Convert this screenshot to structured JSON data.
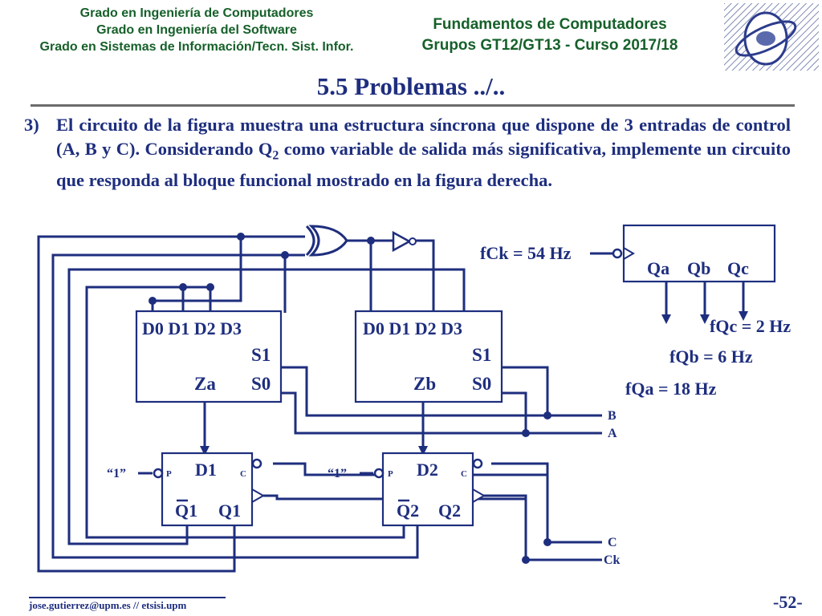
{
  "header": {
    "left_lines": [
      "Grado en Ingeniería de Computadores",
      "Grado en Ingeniería del Software",
      "Grado en Sistemas de Información/Tecn. Sist. Infor."
    ],
    "course": "Fundamentos de Computadores",
    "groups": "Grupos GT12/GT13 - Curso 2017/18"
  },
  "title": "5.5 Problemas ../..",
  "problem": {
    "number": "3)",
    "text_before": "El circuito de la figura muestra una estructura síncrona que dispone de 3 entradas de control (A, B y C). Considerando Q",
    "sub": "2",
    "text_after": " como variable de salida más significativa, implemente un circuito que responda  al bloque funcional mostrado en la figura derecha."
  },
  "circuit": {
    "mux_a": {
      "inputs": "D0 D1 D2 D3",
      "sel1": "S1",
      "sel0": "S0",
      "out": "Za"
    },
    "mux_b": {
      "inputs": "D0 D1 D2 D3",
      "sel1": "S1",
      "sel0": "S0",
      "out": "Zb"
    },
    "ff1": {
      "d": "D1",
      "p": "P",
      "c": "C",
      "qn": "Q1",
      "q": "Q1",
      "preset": "“1”"
    },
    "ff2": {
      "d": "D2",
      "p": "P",
      "c": "C",
      "qn": "Q2",
      "q": "Q2",
      "preset": "“1”"
    },
    "buses": {
      "b": "B",
      "a": "A",
      "c": "C",
      "ck": "Ck"
    }
  },
  "functional_block": {
    "outputs": [
      "Qa",
      "Qb",
      "Qc"
    ],
    "f_ck": "fCk = 54 Hz",
    "f_qc": "fQc = 2 Hz",
    "f_qb": "fQb = 6 Hz",
    "f_qa": "fQa = 18 Hz"
  },
  "footer": {
    "email": "jose.gutierrez@upm.es // etsisi.upm",
    "page": "-52-"
  },
  "colors": {
    "ink": "#1e2e7e",
    "header_green": "#16602a",
    "rule": "#6a6a6a"
  }
}
